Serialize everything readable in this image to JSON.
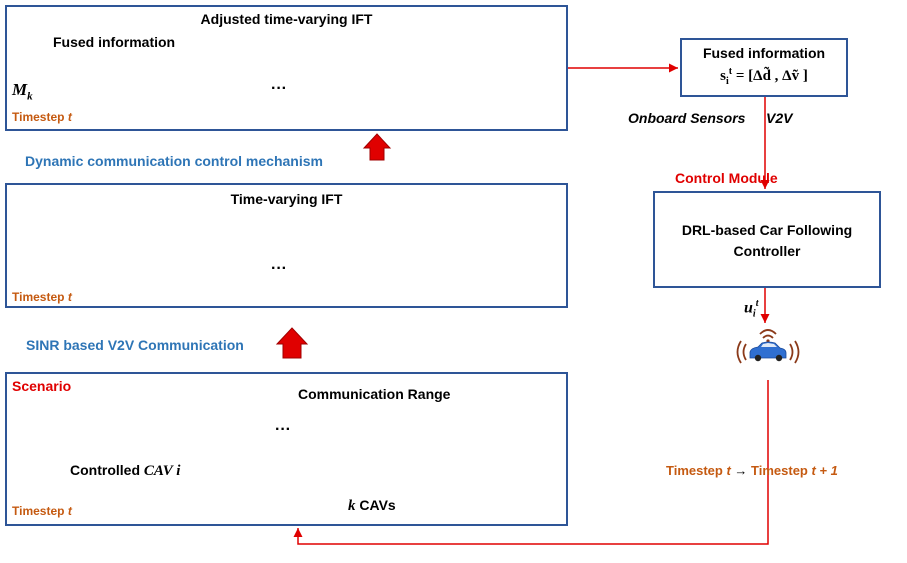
{
  "panel_top": {
    "title": "Adjusted time-varying IFT",
    "fused_label": "Fused information",
    "input_symbol": "M",
    "input_sub": "k",
    "timestep": "Timestep ",
    "timestep_var": "t"
  },
  "mechanism_label": "Dynamic communication control mechanism",
  "panel_mid": {
    "title": "Time-varying IFT",
    "timestep": "Timestep ",
    "timestep_var": "t"
  },
  "sinr_label": "SINR based V2V Communication",
  "panel_bottom": {
    "scenario": "Scenario",
    "range": "Communication Range",
    "controlled_prefix": "Controlled ",
    "controlled_var": "CAV i",
    "k_var": "k",
    "k_suffix": " CAVs",
    "timestep": "Timestep ",
    "timestep_var": "t"
  },
  "fused_box": {
    "title": "Fused information",
    "formula_lhs": "s",
    "formula_rhs": "= [Δd̃ , Δṽ ]"
  },
  "sensors_label": "Onboard Sensors",
  "v2v_label": "V2V",
  "control_module": "Control Module",
  "controller": {
    "line1": "DRL-based Car Following",
    "line2": "Controller"
  },
  "action_symbol": "u",
  "timestep_transition": {
    "a": "Timestep ",
    "a_var": "t",
    "arrow": " → ",
    "b": "Timestep ",
    "b_var": "t + 1"
  },
  "ellipsis": "···",
  "colors": {
    "frame": "#2e5597",
    "red": "#e00000",
    "blue": "#2e75b6",
    "orange": "#c55a11",
    "green": "#70ad47",
    "car": "#2f6fd1",
    "cyan": "#2eb6e0"
  }
}
